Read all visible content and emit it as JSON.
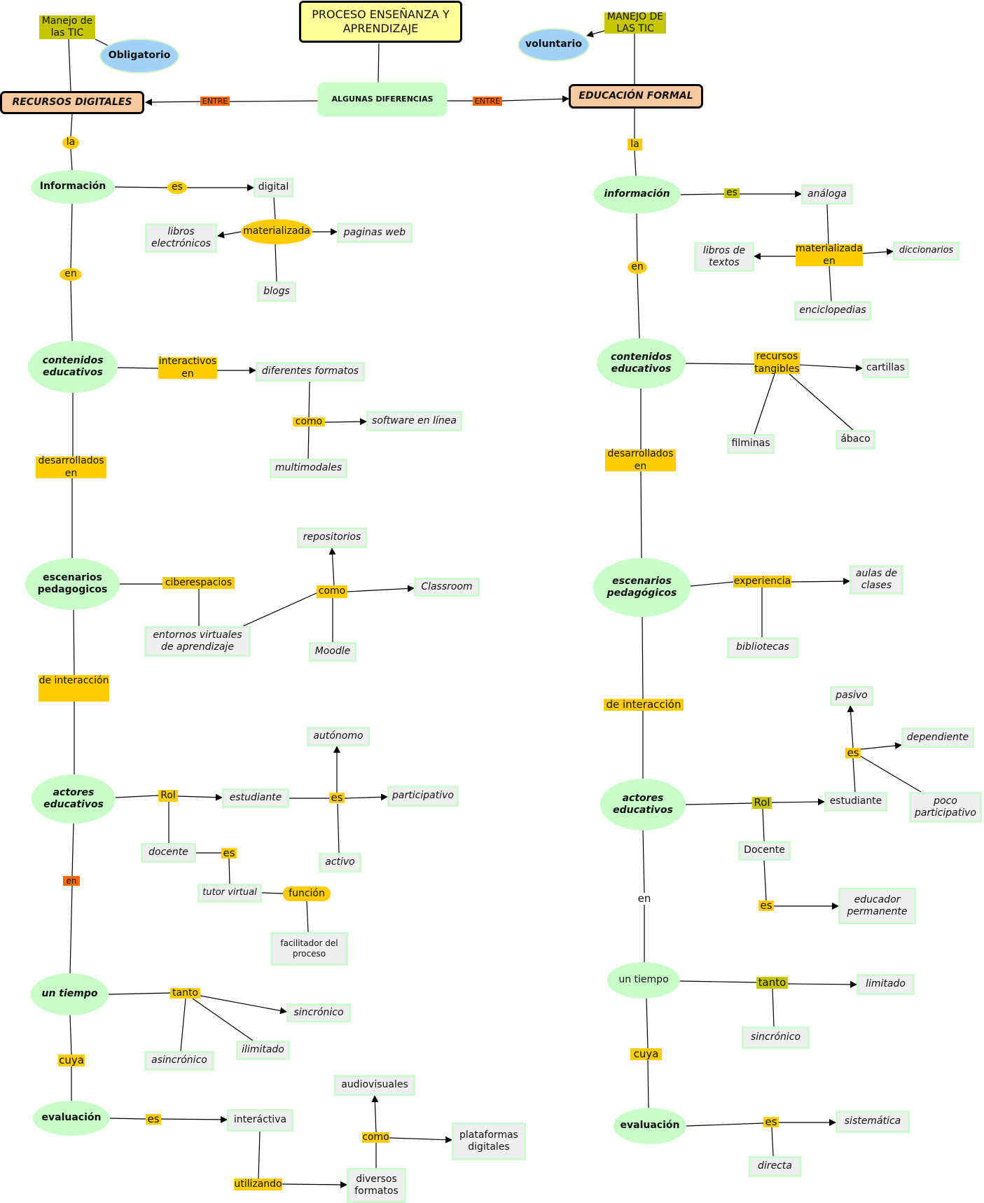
{
  "center": {
    "title": "PROCESO ENSEÑANZA Y\nAPRENDIZAJE",
    "differences": "ALGUNAS DIFERENCIAS",
    "between_left": "ENTRE",
    "between_right": "ENTRE"
  },
  "left": {
    "root": "RECURSOS DIGITALES",
    "tic": "Manejo de\nlas TIC",
    "tic_kind": "Obligatorio",
    "la": "la",
    "info": "Información",
    "info_es": "es",
    "digital": "digital",
    "materializada": "materializada",
    "libros": "libros\nelectrónicos",
    "paginas": "paginas web",
    "blogs": "blogs",
    "en1": "en",
    "contenidos": "contenidos\neducativos",
    "interactivos": "interactivos\nen",
    "formatos": "diferentes formatos",
    "como1": "como",
    "software": "software en línea",
    "multimodales": "multimodales",
    "desarrollados": "desarrollados\nen",
    "escenarios": "escenarios\npedagogicos",
    "ciberespacios": "ciberespacios",
    "entornos": "entornos virtuales\nde aprendizaje",
    "como2": "como",
    "repositorios": "repositorios",
    "classroom": "Classroom",
    "moodle": "Moodle",
    "interaccion": "de interacción",
    "actores": "actores\neducativos",
    "rol": "Rol",
    "estudiante": "estudiante",
    "est_es": "es",
    "autonomo": "autónomo",
    "participativo": "participativo",
    "activo": "activo",
    "docente": "docente",
    "doc_es": "es",
    "tutor": "tutor virtual",
    "funcion": "función",
    "facilitador": "facilitador del\nproceso",
    "en2": "en",
    "tiempo": "un tiempo",
    "tanto": "tanto",
    "sincronico": "sincrónico",
    "asincronico": "asincrónico",
    "ilimitado": "ilimitado",
    "cuya": "cuya",
    "evaluacion": "evaluación",
    "eval_es": "es",
    "interactiva": "interáctiva",
    "utilizando": "utilizando",
    "diversos": "diversos\nformatos",
    "como3": "como",
    "audiovisuales": "audiovisuales",
    "plataformas": "plataformas\ndigitales"
  },
  "right": {
    "root": "EDUCACIÓN FORMAL",
    "tic": "MANEJO DE\nLAS TIC",
    "tic_kind": "voluntario",
    "la": "la",
    "info": "información",
    "info_es": "es",
    "analoga": "análoga",
    "materializada": "materializada\nen",
    "libros": "libros de\ntextos",
    "diccionarios": "diccionarios",
    "enciclopedias": "enciclopedias",
    "en1": "en",
    "contenidos": "contenidos\neducativos",
    "recursos": "recursos\ntangibles",
    "cartillas": "cartillas",
    "filminas": "filminas",
    "abaco": "ábaco",
    "desarrollados": "desarrollados\nen",
    "escenarios": "escenarios\npedagógicos",
    "experiencia": "experiencia",
    "aulas": "aulas de\nclases",
    "bibliotecas": "bibliotecas",
    "interaccion": "de interacción",
    "actores": "actores\neducativos",
    "rol": "Rol",
    "estudiante": "estudiante",
    "est_es": "es",
    "pasivo": "pasivo",
    "dependiente": "dependiente",
    "poco": "poco\nparticipativo",
    "docente": "Docente",
    "doc_es": "es",
    "educador": "educador\npermanente",
    "en2": "en",
    "tiempo": "un tiempo",
    "tanto": "tanto",
    "limitado": "limitado",
    "sincronico": "sincrónico",
    "cuya": "cuya",
    "evaluacion": "evaluación",
    "eval_es": "es",
    "sistematica": "sistemática",
    "directa": "directa"
  }
}
